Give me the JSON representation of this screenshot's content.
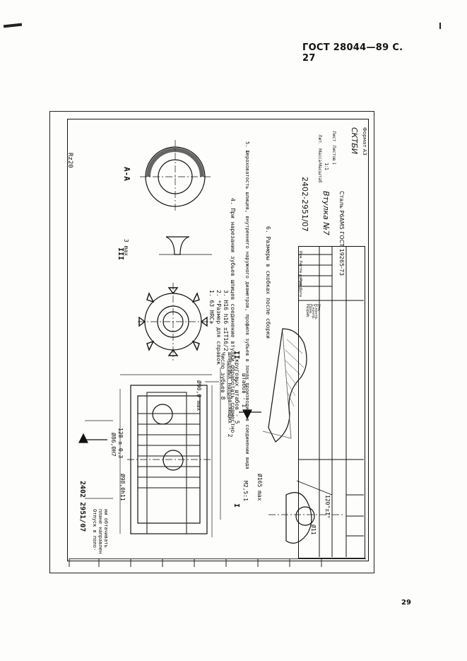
{
  "header": {
    "standard": "ГОСТ 28044—89 С. 27"
  },
  "page_number": "29",
  "drawing": {
    "designation": "2402-2951/07",
    "designation_rotated": "2402 2951/07",
    "part_name": "Втулка №7",
    "material": "Сталь Р6АМ5 ГОСТ 19265-73",
    "org": "СКТБИ",
    "format": "Формат А3",
    "section_label": "А-А",
    "roughness": "Rz20",
    "section_mark": "А",
    "detail_III": "III",
    "detail_I": "I",
    "detail_II": "II",
    "dimensions": [
      "Ø90,0 max",
      "Ø86,0H7",
      "Ø98,0h11",
      "128 ± 0,3",
      "M2,5:1",
      "Ø165 max",
      "Ø11",
      "120°±1°",
      "3 max"
    ],
    "notes": [
      "1. 63 HRCэ",
      "2. *Размер для справок",
      "3. H16  h16  ±IT16/2",
      "4. При нарезании зубьев шлицев соединение втулки обработать совместно",
      "5. Шероховатость шлицев, внутреннего наружного диаметров, профиля зубьев в зонах производить в соединении вида",
      "6. Размеры в скобках после сборки"
    ],
    "teeth_note": [
      "Число зубьев 8",
      "шлицевых направляющих - 2",
      "круговых штабов - 5",
      "штабов - 1"
    ],
    "side_note": [
      "Отпуск в поло-",
      "плане направлен",
      "ии обтачивать"
    ],
    "title_rows": [
      "Изм.",
      "Лист",
      "№ докум.",
      "Подп.",
      "Дата",
      "Разраб.",
      "Пров.",
      "Т.контр.",
      "Н.контр.",
      "Утв."
    ],
    "title_cells": [
      "Лит.",
      "Масса",
      "Масштаб",
      "Лист",
      "Листов 1",
      "1:1"
    ]
  }
}
